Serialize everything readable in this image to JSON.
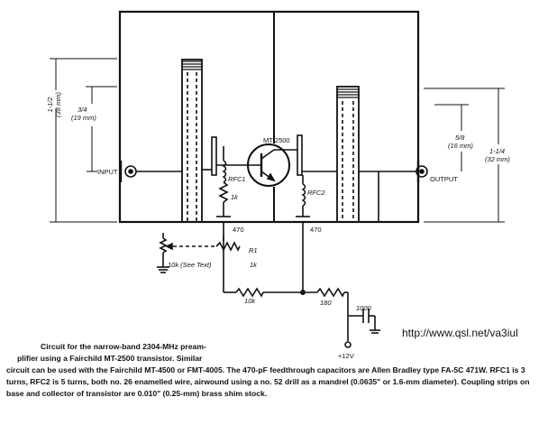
{
  "labels": {
    "dim_left_total": "1-1/2",
    "dim_left_total_mm": "(38 mm)",
    "dim_left_inner": "3/4",
    "dim_left_inner_mm": "(19 mm)",
    "dim_right_inner": "5/8",
    "dim_right_inner_mm": "(16 mm)",
    "dim_right_total": "1-1/4",
    "dim_right_total_mm": "(32 mm)",
    "input": "INPUT",
    "output": "OUTPUT",
    "transistor": "MT-2500",
    "rfc1": "RFC1",
    "rfc2": "RFC2",
    "r_1k_a": "1k",
    "cap_470_a": "470",
    "cap_470_b": "470",
    "r1": "R1",
    "r1_value": "1k",
    "pot": "10k (See Text)",
    "r_10k": "10k",
    "r_180": "180",
    "cap_1000": "1000",
    "supply": "+12V"
  },
  "url": "http://www.qsl.net/va3iul",
  "caption": {
    "line1": "Circuit for the narrow-band 2304-MHz pream-",
    "line2": "plifier using a Fairchild MT-2500 transistor. Similar",
    "body": "circuit can be used with the Fairchild MT-4500 or FMT-4005. The 470-pF feedthrough capacitors are Allen Bradley type FA-5C 471W. RFC1 is 3 turns, RFC2 is 5 turns, both no. 26 enamelled wire, airwound using a no. 52 drill as a mandrel (0.0635\" or 1.6-mm diameter). Coupling strips on base and collector of transistor are 0.010\" (0.25-mm) brass shim stock."
  }
}
